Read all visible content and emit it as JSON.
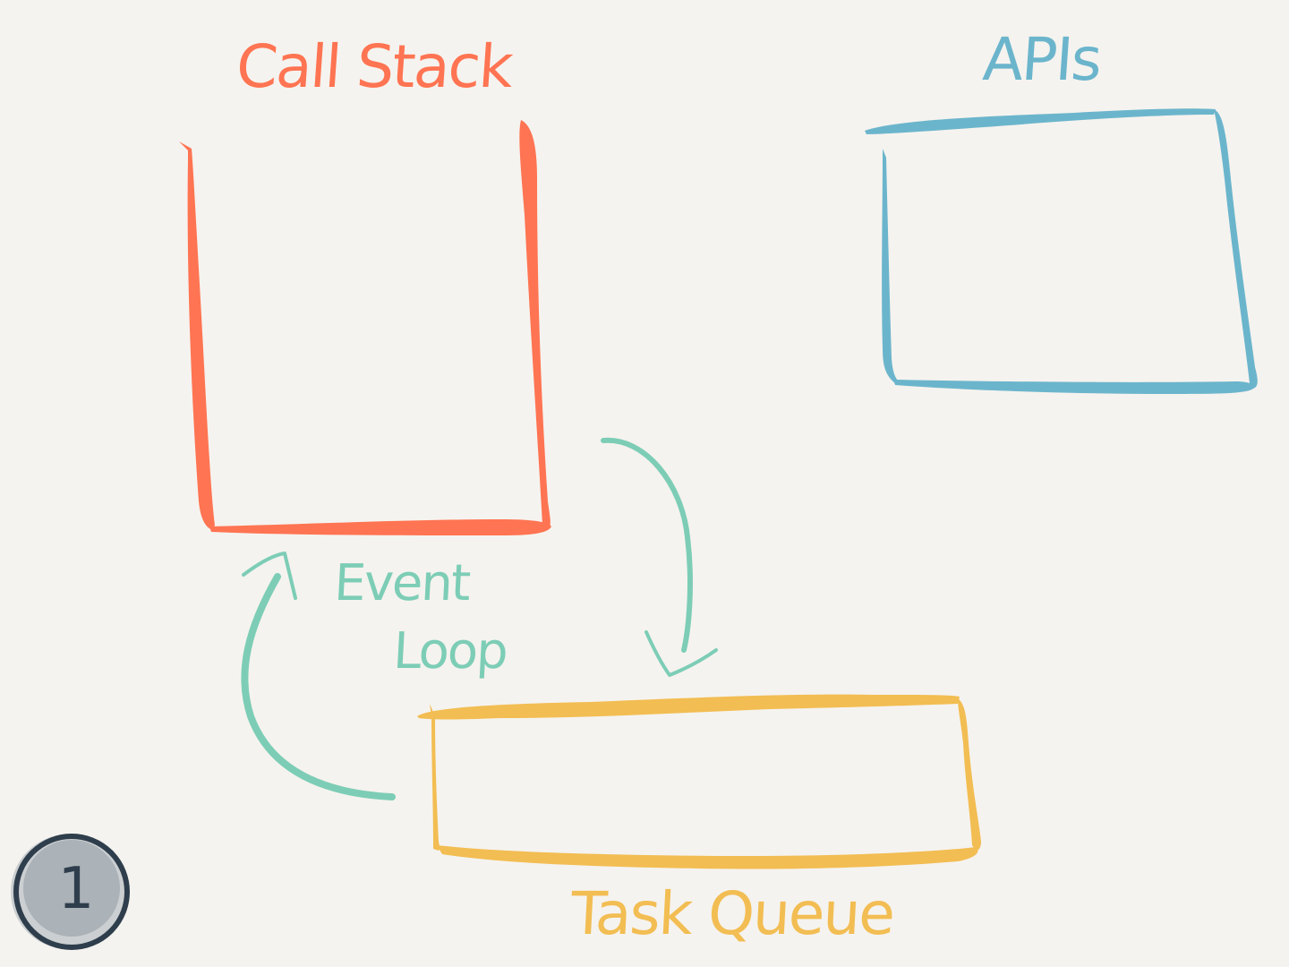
{
  "diagram": {
    "labels": {
      "call_stack": "Call Stack",
      "apis": "APIs",
      "event": "Event",
      "loop": "Loop",
      "task_queue": "Task Queue"
    },
    "step_number": "1",
    "colors": {
      "background": "#f5f3ef",
      "call_stack": "#ff7452",
      "apis": "#6bb5cc",
      "event_loop": "#7dcdb6",
      "task_queue": "#f2bd52",
      "badge_fill": "#9aa4ad",
      "badge_ring": "#2f3e4c"
    }
  }
}
